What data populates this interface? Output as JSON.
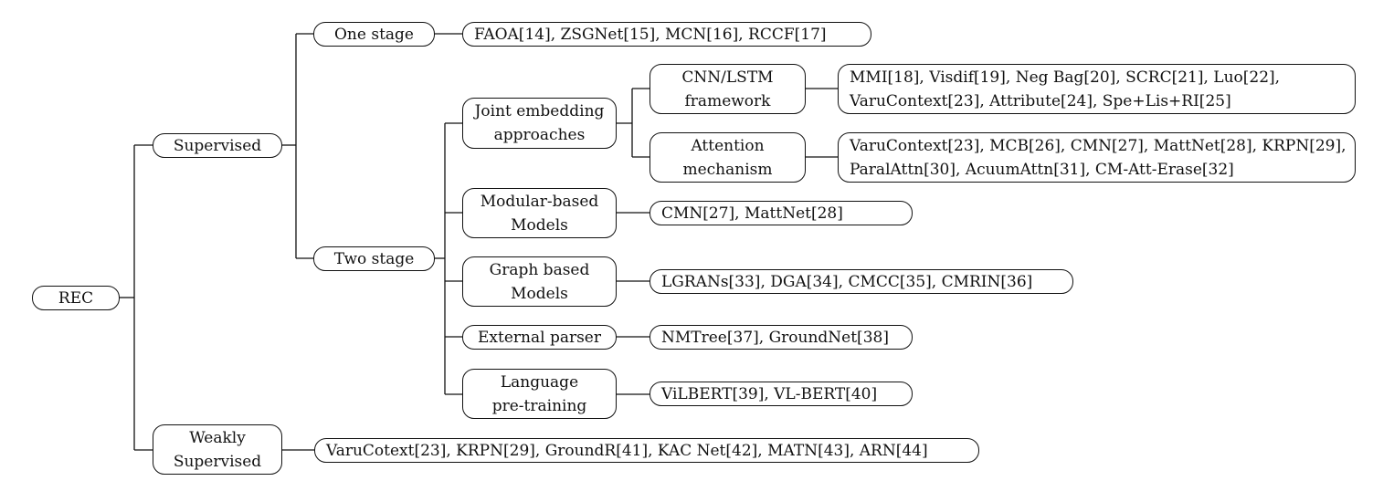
{
  "root": "REC",
  "supervised": {
    "label": "Supervised",
    "one_stage": {
      "label": "One stage",
      "methods": "FAOA[14], ZSGNet[15], MCN[16], RCCF[17]"
    },
    "two_stage": {
      "label": "Two stage",
      "joint_embedding": {
        "label": "Joint embedding\napproaches",
        "cnn_lstm": {
          "label": "CNN/LSTM\nframework",
          "methods": "MMI[18], Visdif[19], Neg Bag[20], SCRC[21], Luo[22],\nVaruContext[23], Attribute[24], Spe+Lis+RI[25]"
        },
        "attention": {
          "label": "Attention\nmechanism",
          "methods": "VaruContext[23], MCB[26], CMN[27], MattNet[28], KRPN[29],\nParalAttn[30], AcuumAttn[31], CM-Att-Erase[32]"
        }
      },
      "modular": {
        "label": "Modular-based\nModels",
        "methods": "CMN[27], MattNet[28]"
      },
      "graph": {
        "label": "Graph based\nModels",
        "methods": "LGRANs[33], DGA[34], CMCC[35], CMRIN[36]"
      },
      "external_parser": {
        "label": "External parser",
        "methods": "NMTree[37], GroundNet[38]"
      },
      "language_pretraining": {
        "label": "Language\npre-training",
        "methods": "ViLBERT[39], VL-BERT[40]"
      }
    }
  },
  "weakly_supervised": {
    "label": "Weakly\nSupervised",
    "methods": "VaruCotext[23], KRPN[29], GroundR[41], KAC Net[42], MATN[43], ARN[44]"
  }
}
